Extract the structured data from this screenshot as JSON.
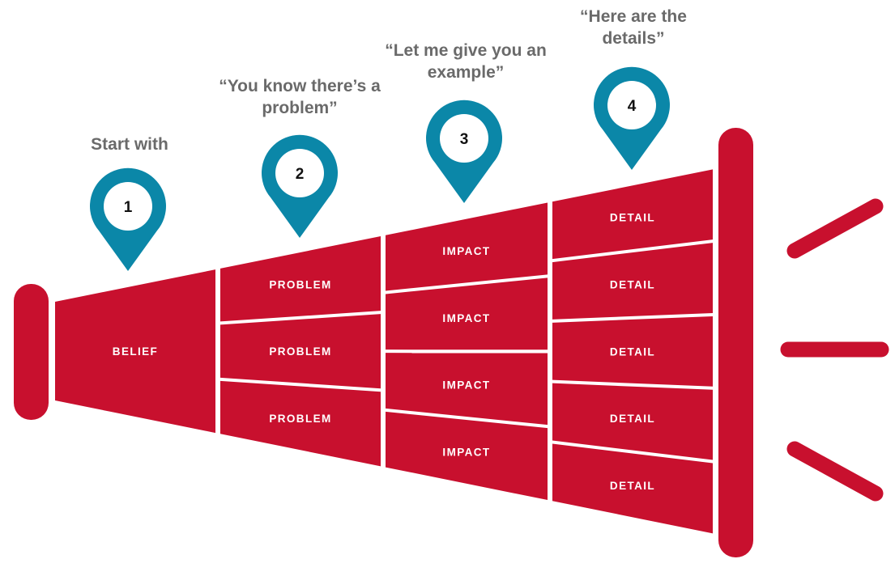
{
  "colors": {
    "megaphone": "#c8102e",
    "pin": "#0b87a8",
    "caption_text": "#6a6a6a",
    "segment_text": "#ffffff",
    "background": "#ffffff"
  },
  "icons": [
    "map-pin-icon",
    "sound-wave-icon"
  ],
  "stages": [
    {
      "number": "1",
      "caption_lines": [
        "Start with"
      ],
      "segment_label": "BELIEF",
      "segment_count": 1
    },
    {
      "number": "2",
      "caption_lines": [
        "“You know there’s a",
        "problem”"
      ],
      "segment_label": "PROBLEM",
      "segment_count": 3
    },
    {
      "number": "3",
      "caption_lines": [
        "“Let me give you an",
        "example”"
      ],
      "segment_label": "IMPACT",
      "segment_count": 4
    },
    {
      "number": "4",
      "caption_lines": [
        "“Here are the",
        "details”"
      ],
      "segment_label": "DETAIL",
      "segment_count": 5
    }
  ]
}
